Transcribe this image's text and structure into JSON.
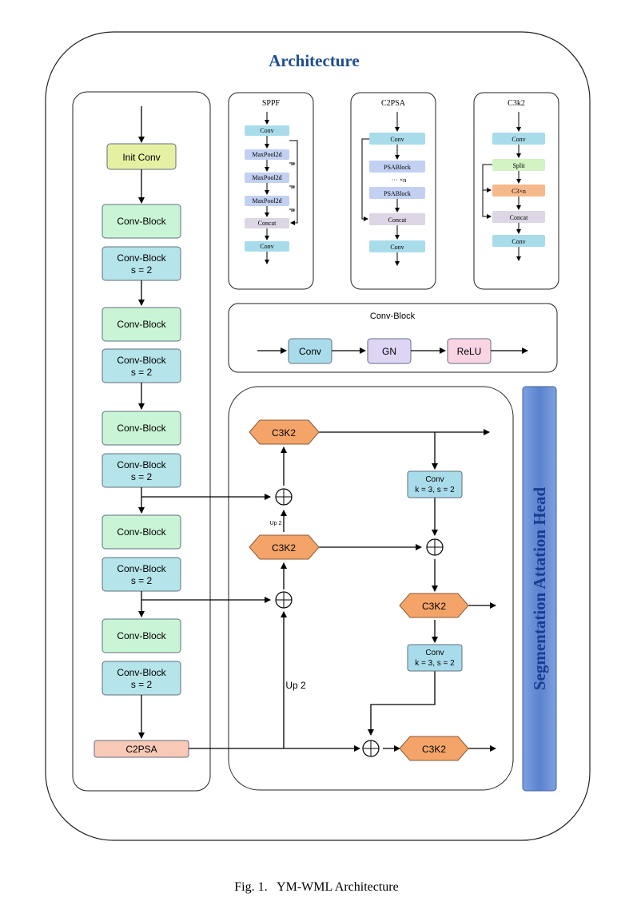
{
  "title": "Architecture",
  "caption": "Fig. 1.   YM-WML Architecture",
  "side_label": "Segmentation Attation Head",
  "backbone": {
    "init_conv": "Init Conv",
    "conv_block": "Conv-Block",
    "stride_line1": "Conv-Block",
    "stride_line2": "s = 2",
    "c2psa": "C2PSA"
  },
  "sppf": {
    "title": "SPPF",
    "conv": "Conv",
    "maxpool": "MaxPool2d",
    "concat": "Concat"
  },
  "c2psa_panel": {
    "title": "C2PSA",
    "conv": "Conv",
    "psablock": "PSABlock",
    "repeat": "··· ×n",
    "concat": "Concat"
  },
  "c3k2_panel": {
    "title": "C3k2",
    "conv": "Conv",
    "split": "Split",
    "c3xn": "C3×n",
    "concat": "Concat"
  },
  "conv_block_panel": {
    "title": "Conv-Block",
    "conv": "Conv",
    "gn": "GN",
    "relu": "ReLU"
  },
  "head": {
    "c3k2": "C3K2",
    "up2": "Up 2",
    "up2_small": "Up 2",
    "conv_line1": "Conv",
    "conv_line2": "k = 3, s = 2"
  },
  "colors": {
    "init_conv": "#e6f0a3",
    "conv_block": "#c9f5d6",
    "stride_block": "#b5e4ea",
    "c2psa": "#f9c9b7",
    "c3k2": "#f4a469",
    "small_conv": "#a9dcea",
    "psablock": "#c2d1f2",
    "concat": "#ddd6e4",
    "split": "#d2f3c4",
    "c3xn": "#f6b98b",
    "gn": "#ddd5f3",
    "relu": "#fbd4e3",
    "side_bar": "#6b8fd6",
    "side_text": "#1a3d8f",
    "title": "#1f4e8f"
  }
}
